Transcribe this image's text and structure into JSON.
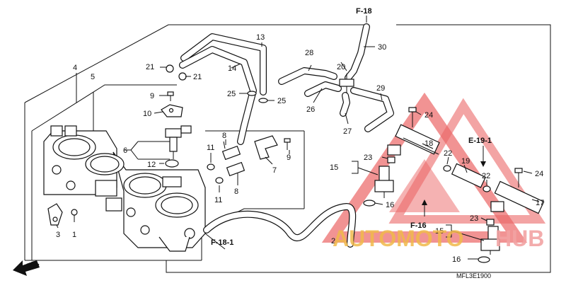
{
  "callouts": {
    "c1": "1",
    "c2": "2",
    "c3": "3",
    "c4": "4",
    "c5": "5",
    "c6": "6",
    "c7": "7",
    "c8": "8",
    "c9": "9",
    "c10": "10",
    "c11": "11",
    "c12": "12",
    "c13": "13",
    "c14": "14",
    "c15": "15",
    "c16": "16",
    "c17": "17",
    "c18": "18",
    "c19": "19",
    "c20": "20",
    "c21": "21",
    "c22": "22",
    "c23": "23",
    "c24": "24",
    "c25": "25",
    "c26": "26",
    "c27": "27",
    "c28": "28",
    "c29": "29",
    "c30": "30"
  },
  "refs": {
    "f18": "F-18",
    "f18_1": "F-18-1",
    "f16": "F-16",
    "e19_1": "E-19-1"
  },
  "direction": "FR.",
  "diagram_code": "MFL3E1900",
  "watermark": {
    "word1": "AUTOMOTO",
    "word2": "HUB",
    "color1": "#f0b84a",
    "color2": "#f2a3a3",
    "triangle_color": "#e84c4c"
  }
}
